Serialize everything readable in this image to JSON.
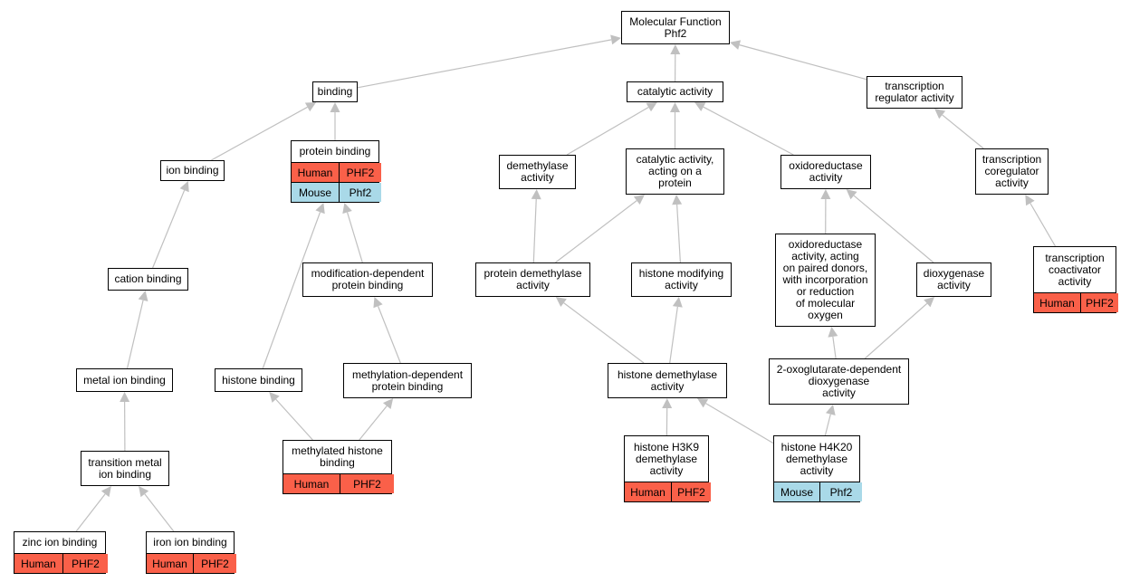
{
  "colors": {
    "human": "#fa6049",
    "mouse": "#a9d9e8",
    "edge": "#c0c0c0"
  },
  "nodes": [
    {
      "id": "mf",
      "label": "Molecular Function\nPhf2"
    },
    {
      "id": "binding",
      "label": "binding"
    },
    {
      "id": "catalytic",
      "label": "catalytic activity"
    },
    {
      "id": "treg",
      "label": "transcription\nregulator activity"
    },
    {
      "id": "ionb",
      "label": "ion binding"
    },
    {
      "id": "protb",
      "label": "protein binding",
      "rows": [
        {
          "species": "Human",
          "gene": "PHF2",
          "type": "human"
        },
        {
          "species": "Mouse",
          "gene": "Phf2",
          "type": "mouse"
        }
      ]
    },
    {
      "id": "demeth",
      "label": "demethylase\nactivity"
    },
    {
      "id": "catprot",
      "label": "catalytic activity,\nacting on a\nprotein"
    },
    {
      "id": "oxido",
      "label": "oxidoreductase\nactivity"
    },
    {
      "id": "tcoreg",
      "label": "transcription\ncoregulator\nactivity"
    },
    {
      "id": "cationb",
      "label": "cation binding"
    },
    {
      "id": "moddep",
      "label": "modification-dependent\nprotein binding"
    },
    {
      "id": "protdemeth",
      "label": "protein demethylase\nactivity"
    },
    {
      "id": "histmod",
      "label": "histone modifying\nactivity"
    },
    {
      "id": "oxidopaired",
      "label": "oxidoreductase\nactivity, acting\non paired donors,\nwith incorporation\nor reduction\nof molecular\noxygen"
    },
    {
      "id": "dioxy",
      "label": "dioxygenase\nactivity"
    },
    {
      "id": "tcoact",
      "label": "transcription\ncoactivator\nactivity",
      "rows": [
        {
          "species": "Human",
          "gene": "PHF2",
          "type": "human"
        }
      ]
    },
    {
      "id": "metalb",
      "label": "metal ion binding"
    },
    {
      "id": "histb",
      "label": "histone binding"
    },
    {
      "id": "methdep",
      "label": "methylation-dependent\nprotein binding"
    },
    {
      "id": "histdemeth",
      "label": "histone demethylase\nactivity"
    },
    {
      "id": "oxoglut",
      "label": "2-oxoglutarate-dependent\ndioxygenase\nactivity"
    },
    {
      "id": "transmetal",
      "label": "transition metal\nion binding"
    },
    {
      "id": "methhist",
      "label": "methylated histone\nbinding",
      "rows": [
        {
          "species": "Human",
          "gene": "PHF2",
          "type": "human"
        }
      ]
    },
    {
      "id": "h3k9",
      "label": "histone H3K9\ndemethylase\nactivity",
      "rows": [
        {
          "species": "Human",
          "gene": "PHF2",
          "type": "human"
        }
      ]
    },
    {
      "id": "h4k20",
      "label": "histone H4K20\ndemethylase\nactivity",
      "rows": [
        {
          "species": "Mouse",
          "gene": "Phf2",
          "type": "mouse"
        }
      ]
    },
    {
      "id": "zinc",
      "label": "zinc ion binding",
      "rows": [
        {
          "species": "Human",
          "gene": "PHF2",
          "type": "human"
        }
      ]
    },
    {
      "id": "iron",
      "label": "iron ion binding",
      "rows": [
        {
          "species": "Human",
          "gene": "PHF2",
          "type": "human"
        }
      ]
    }
  ],
  "edges": [
    [
      "binding",
      "mf"
    ],
    [
      "catalytic",
      "mf"
    ],
    [
      "treg",
      "mf"
    ],
    [
      "ionb",
      "binding"
    ],
    [
      "protb",
      "binding"
    ],
    [
      "demeth",
      "catalytic"
    ],
    [
      "catprot",
      "catalytic"
    ],
    [
      "oxido",
      "catalytic"
    ],
    [
      "tcoreg",
      "treg"
    ],
    [
      "cationb",
      "ionb"
    ],
    [
      "moddep",
      "protb"
    ],
    [
      "histb",
      "protb"
    ],
    [
      "protdemeth",
      "demeth"
    ],
    [
      "protdemeth",
      "catprot"
    ],
    [
      "histmod",
      "catprot"
    ],
    [
      "oxidopaired",
      "oxido"
    ],
    [
      "dioxy",
      "oxido"
    ],
    [
      "tcoact",
      "tcoreg"
    ],
    [
      "metalb",
      "cationb"
    ],
    [
      "methdep",
      "moddep"
    ],
    [
      "histdemeth",
      "protdemeth"
    ],
    [
      "histdemeth",
      "histmod"
    ],
    [
      "oxoglut",
      "oxidopaired"
    ],
    [
      "oxoglut",
      "dioxy"
    ],
    [
      "transmetal",
      "metalb"
    ],
    [
      "methhist",
      "histb"
    ],
    [
      "methhist",
      "methdep"
    ],
    [
      "h3k9",
      "histdemeth"
    ],
    [
      "h4k20",
      "histdemeth"
    ],
    [
      "h4k20",
      "oxoglut"
    ],
    [
      "zinc",
      "transmetal"
    ],
    [
      "iron",
      "transmetal"
    ]
  ]
}
